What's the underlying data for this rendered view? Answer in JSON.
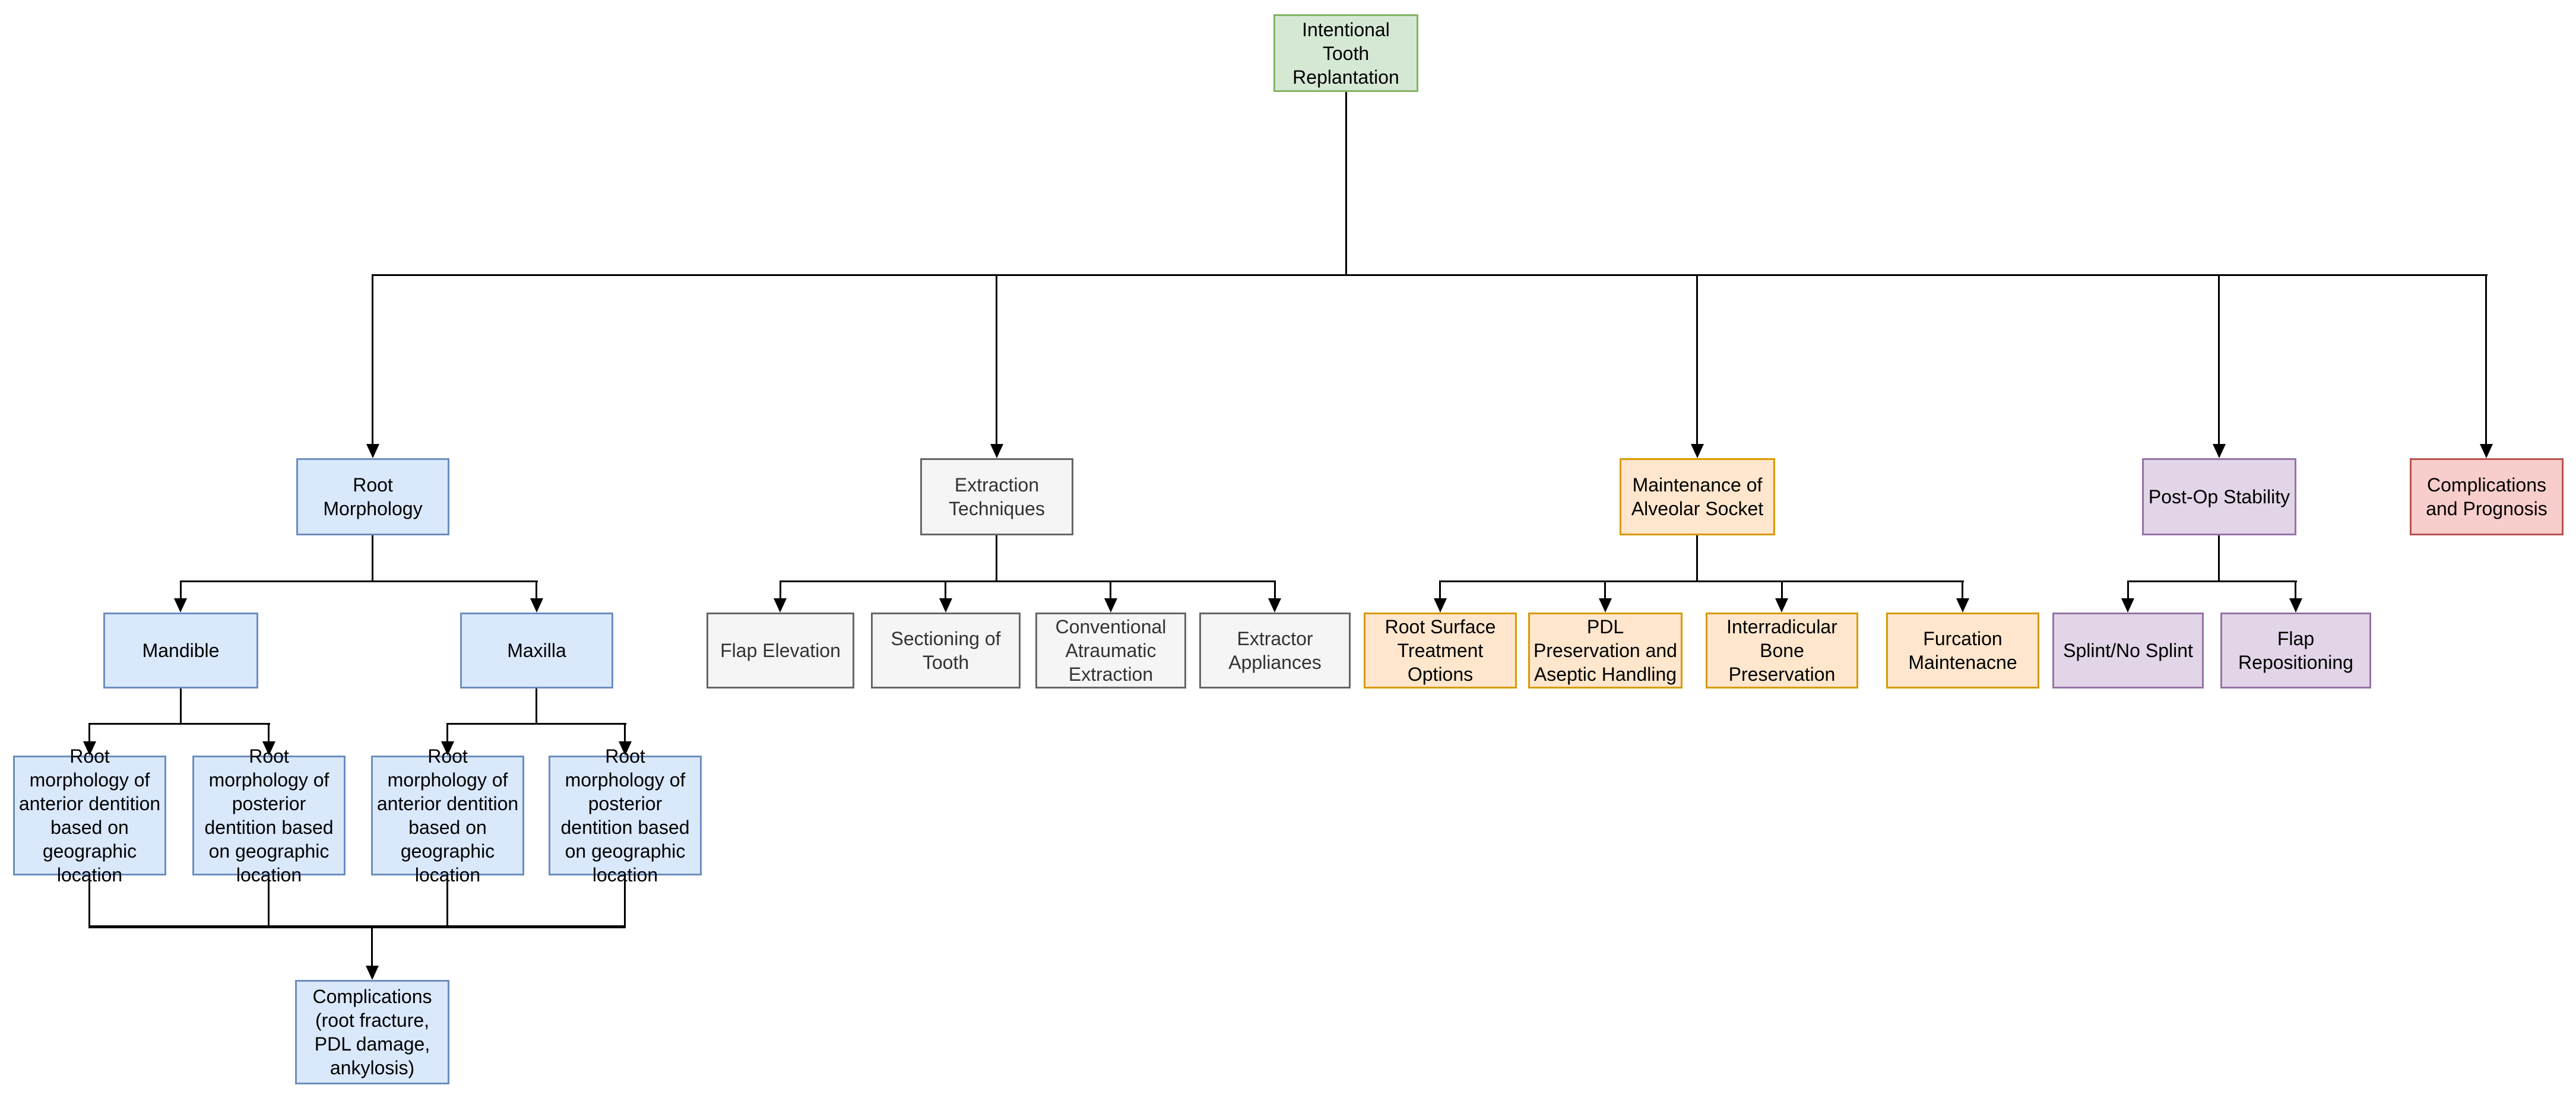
{
  "diagram": {
    "type": "flowchart",
    "background": "#ffffff",
    "connector_color": "#000000",
    "themes": {
      "green": {
        "fill": "#d5e8d4",
        "border": "#82b366",
        "text": "#000000"
      },
      "blue": {
        "fill": "#dae8fc",
        "border": "#6c8ebf",
        "text": "#000000"
      },
      "gray": {
        "fill": "#f5f5f5",
        "border": "#666666",
        "text": "#333333"
      },
      "orange": {
        "fill": "#ffe6cc",
        "border": "#d79b00",
        "text": "#000000"
      },
      "purple": {
        "fill": "#e1d5e7",
        "border": "#9673a6",
        "text": "#000000"
      },
      "red": {
        "fill": "#f8cecc",
        "border": "#b85450",
        "text": "#000000"
      }
    },
    "nodes": {
      "root": {
        "label": "Intentional Tooth Replantation",
        "theme": "green"
      },
      "root_morphology": {
        "label": "Root Morphology",
        "theme": "blue"
      },
      "extraction_techniques": {
        "label": "Extraction Techniques",
        "theme": "gray"
      },
      "maintenance_socket": {
        "label": "Maintenance of Alveolar Socket",
        "theme": "orange"
      },
      "post_op_stability": {
        "label": "Post-Op Stability",
        "theme": "purple"
      },
      "complications_prognosis": {
        "label": "Complications and Prognosis",
        "theme": "red"
      },
      "mandible": {
        "label": "Mandible",
        "theme": "blue"
      },
      "maxilla": {
        "label": "Maxilla",
        "theme": "blue"
      },
      "mandible_anterior": {
        "label": "Root morphology of anterior dentition based on geographic location",
        "theme": "blue"
      },
      "mandible_posterior": {
        "label": "Root morphology of posterior dentition based on geographic location",
        "theme": "blue"
      },
      "maxilla_anterior": {
        "label": "Root morphology of anterior dentition based on geographic location",
        "theme": "blue"
      },
      "maxilla_posterior": {
        "label": "Root morphology of posterior dentition based on geographic location",
        "theme": "blue"
      },
      "complications_block": {
        "label": "Complications (root fracture, PDL damage, ankylosis)",
        "theme": "blue"
      },
      "flap_elevation": {
        "label": "Flap Elevation",
        "theme": "gray"
      },
      "sectioning_tooth": {
        "label": "Sectioning of Tooth",
        "theme": "gray"
      },
      "conventional_atraumatic": {
        "label": "Conventional Atraumatic Extraction",
        "theme": "gray"
      },
      "extractor_appliances": {
        "label": "Extractor Appliances",
        "theme": "gray"
      },
      "root_surface_treatment": {
        "label": "Root Surface Treatment Options",
        "theme": "orange"
      },
      "pdl_preservation": {
        "label": "PDL Preservation and Aseptic Handling",
        "theme": "orange"
      },
      "interradicular_bone": {
        "label": "Interradicular Bone Preservation",
        "theme": "orange"
      },
      "furcation_maintenance": {
        "label": "Furcation Maintenacne",
        "theme": "orange"
      },
      "splint_no_splint": {
        "label": "Splint/No Splint",
        "theme": "purple"
      },
      "flap_repositioning": {
        "label": "Flap Repositioning",
        "theme": "purple"
      }
    },
    "hierarchy": [
      {
        "from": "root",
        "to": [
          "root_morphology",
          "extraction_techniques",
          "maintenance_socket",
          "post_op_stability",
          "complications_prognosis"
        ]
      },
      {
        "from": "root_morphology",
        "to": [
          "mandible",
          "maxilla"
        ]
      },
      {
        "from": "mandible",
        "to": [
          "mandible_anterior",
          "mandible_posterior"
        ]
      },
      {
        "from": "maxilla",
        "to": [
          "maxilla_anterior",
          "maxilla_posterior"
        ]
      },
      {
        "from": "mandible_anterior, mandible_posterior, maxilla_anterior, maxilla_posterior",
        "to": [
          "complications_block"
        ]
      },
      {
        "from": "extraction_techniques",
        "to": [
          "flap_elevation",
          "sectioning_tooth",
          "conventional_atraumatic",
          "extractor_appliances"
        ]
      },
      {
        "from": "maintenance_socket",
        "to": [
          "root_surface_treatment",
          "pdl_preservation",
          "interradicular_bone",
          "furcation_maintenance"
        ]
      },
      {
        "from": "post_op_stability",
        "to": [
          "splint_no_splint",
          "flap_repositioning"
        ]
      }
    ]
  }
}
